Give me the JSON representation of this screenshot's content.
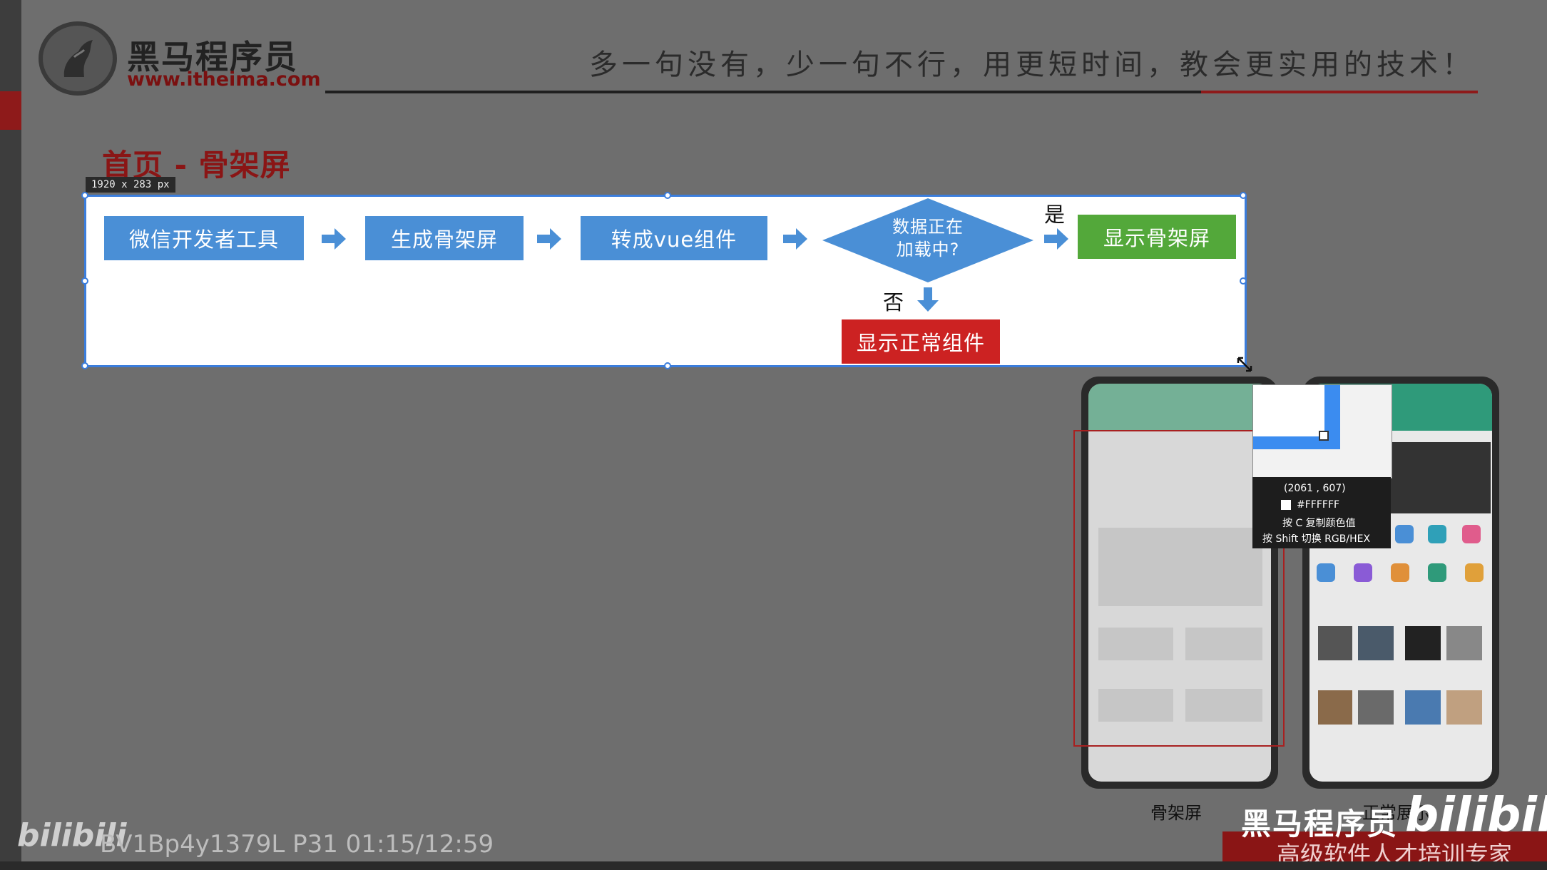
{
  "header": {
    "brand_name": "黑马程序员",
    "brand_url": "www.itheima.com",
    "slogan": "多一句没有，少一句不行，用更短时间，教会更实用的技术！"
  },
  "page_title": "首页 - 骨架屏",
  "selection_badge": "1920 x 283  px",
  "flow": {
    "step1": "微信开发者工具",
    "step2": "生成骨架屏",
    "step3": "转成vue组件",
    "decision": "数据正在\n加载中?",
    "yes_label": "是",
    "no_label": "否",
    "yes_result": "显示骨架屏",
    "no_result": "显示正常组件"
  },
  "picker": {
    "coords": "(2061 , 607)",
    "color_hex": "#FFFFFF",
    "hint1": "按 C 复制颜色值",
    "hint2": "按 Shift 切换 RGB/HEX"
  },
  "phones": {
    "caption_skeleton": "骨架屏",
    "caption_normal": "正常展示"
  },
  "watermark": {
    "bili_logo": "bilibili",
    "video_info": "BV1Bp4y1379L P31 01:15/12:59",
    "corner_brand": "黑马程序员",
    "corner_tag": "高级软件人才培训专家",
    "corner_bili": "bilibili"
  },
  "colors": {
    "flow_blue": "#4a8fd6",
    "flow_green": "#53a83a",
    "flow_red": "#cc2222",
    "selection_blue": "#3b7ddc",
    "brand_red": "#8a1515"
  }
}
